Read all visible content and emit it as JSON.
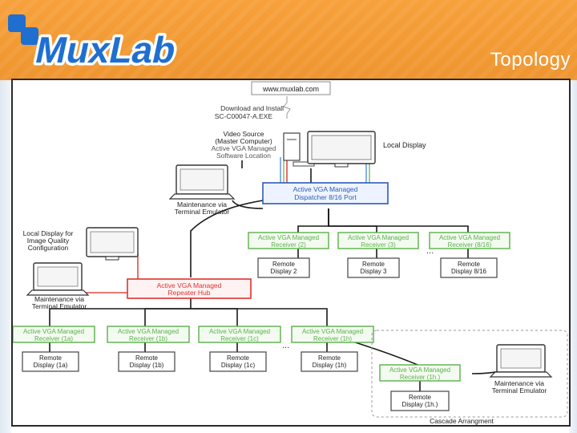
{
  "slide": {
    "title": "Topology",
    "logo_text": "MuxLab"
  },
  "colors": {
    "header_orange": "#f39c34",
    "logo_blue": "#1f6fd1",
    "blue_box": "#2e5bb8",
    "red_box": "#e0312f",
    "green_box": "#5bb04a",
    "cable_black": "#1a1a1a",
    "cable_red": "#e04a4a"
  },
  "diagram": {
    "website": "www.muxlab.com",
    "download_line1": "Download and Install",
    "download_line2": "SC-C00047-A.EXE",
    "source_line1": "Video Source",
    "source_line2": "(Master Computer)",
    "source_line3": "Active VGA Managed",
    "source_line4": "Software Location",
    "local_display": "Local Display",
    "dispatcher_line1": "Active VGA Managed",
    "dispatcher_line2": "Dispatcher 8/16 Port",
    "maint_top_line1": "Maintenance via",
    "maint_top_line2": "Terminal Emulator",
    "local_iq_line1": "Local Display for",
    "local_iq_line2": "Image Quality",
    "local_iq_line3": "Configuration",
    "maint_left_line1": "Maintenance via",
    "maint_left_line2": "Terminal Emulator",
    "hub_line1": "Active VGA Managed",
    "hub_line2": "Repeater Hub",
    "receiver_line1": "Active VGA Managed",
    "rx2_line2": "Receiver (2)",
    "rx3_line2": "Receiver (3)",
    "rx816_line2": "Receiver (8/16)",
    "rx1a_line2": "Receiver (1a)",
    "rx1b_line2": "Receiver (1b)",
    "rx1c_line2": "Receiver (1c)",
    "rx1h_line2": "Receiver (1h)",
    "rx1hh_line2": "Receiver (1h.)",
    "remote_line1": "Remote",
    "rd2_line2": "Display 2",
    "rd3_line2": "Display 3",
    "rd816_line2": "Display 8/16",
    "rd1a_line2": "Display (1a)",
    "rd1b_line2": "Display (1b)",
    "rd1c_line2": "Display (1c)",
    "rd1h_line2": "Display (1h)",
    "rd1hh_line2": "Display (1h.)",
    "maint_right_line1": "Maintenance via",
    "maint_right_line2": "Terminal Emulator",
    "cascade": "Cascade Arrangment",
    "ellipsis": "..."
  }
}
